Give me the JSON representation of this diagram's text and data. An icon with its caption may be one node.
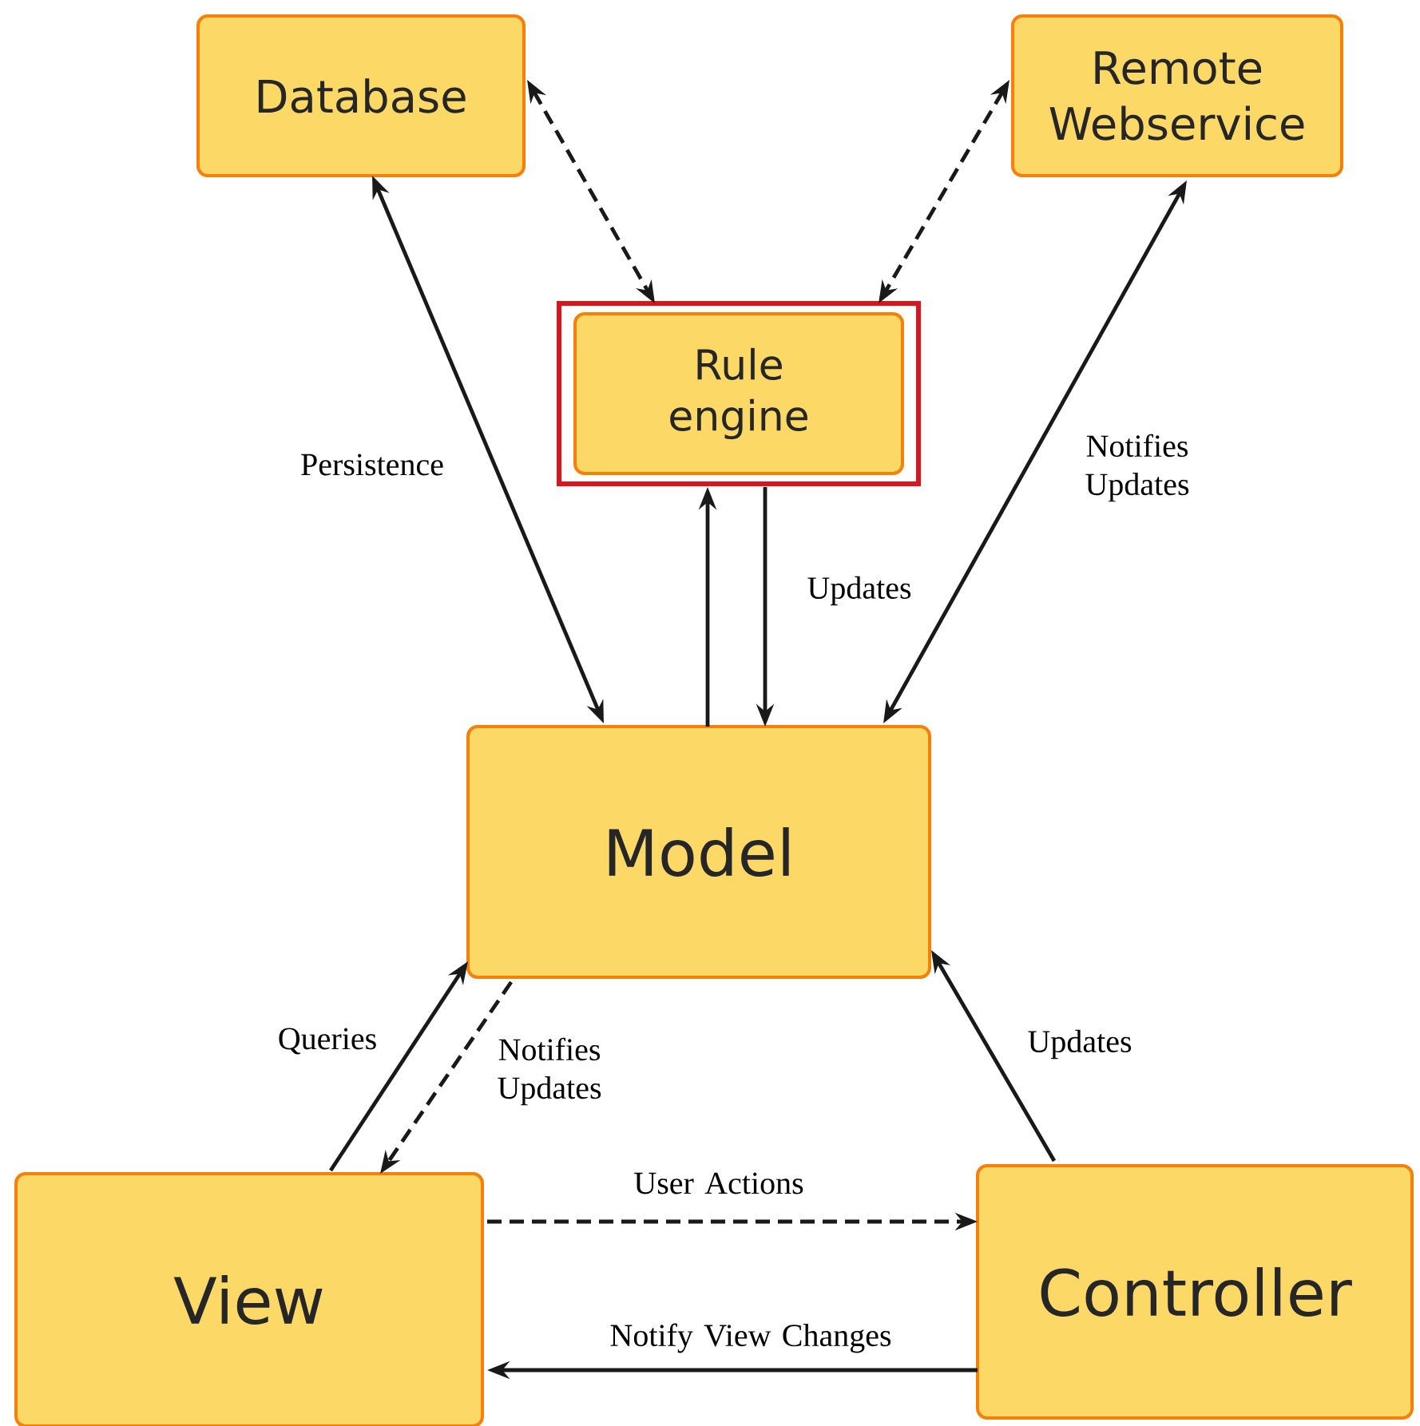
{
  "diagram": {
    "nodes": [
      {
        "text": [
          "Database"
        ]
      },
      {
        "text": [
          "Remote Webservice"
        ]
      },
      {
        "text": [],
        "shape": "box"
      },
      {
        "text": [
          "Rule engine"
        ],
        "in": 2
      },
      {
        "text": [
          "Model"
        ]
      },
      {
        "text": [
          "View"
        ]
      },
      {
        "text": [
          "Controller"
        ]
      }
    ],
    "edges": [
      {
        "from": 0,
        "to": 2,
        "arrow": "both",
        "style": "dashed"
      },
      {
        "from": 1,
        "to": 2,
        "arrow": "both",
        "style": "dashed"
      },
      {
        "from": 0,
        "to": 4,
        "arrow": "both",
        "label": "Persistence"
      },
      {
        "from": 4,
        "to": 2,
        "arrow": "to"
      },
      {
        "from": 2,
        "to": 4,
        "arrow": "to",
        "label": "Updates"
      },
      {
        "from": 4,
        "to": 1,
        "arrow": "both",
        "label": "Notifies Updates"
      },
      {
        "from": 5,
        "to": 4,
        "arrow": "to",
        "label": "Queries"
      },
      {
        "from": 4,
        "to": 5,
        "arrow": "to",
        "style": "dashed",
        "label": "Notifies Updates"
      },
      {
        "from": 5,
        "to": 6,
        "arrow": "to",
        "style": "dashed",
        "label": "User Actions"
      },
      {
        "from": 6,
        "to": 5,
        "arrow": "to",
        "label": "Notify View Changes"
      },
      {
        "from": 6,
        "to": 4,
        "arrow": "to",
        "label": "Updates"
      }
    ]
  }
}
